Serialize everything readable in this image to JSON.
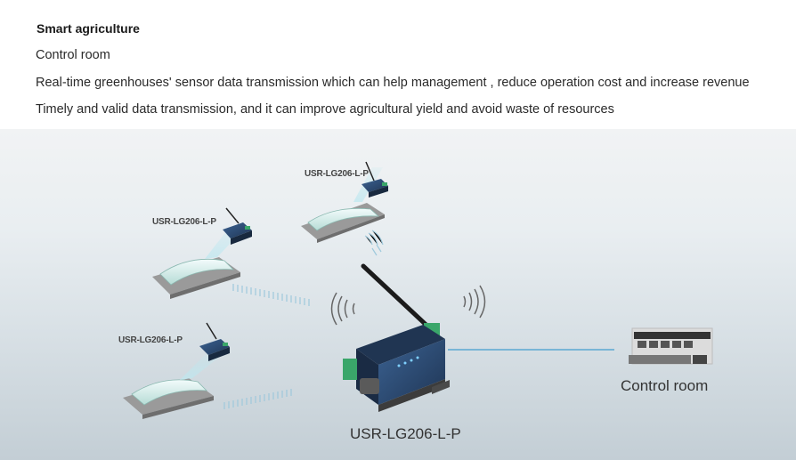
{
  "header": {
    "title": "Smart agriculture",
    "line1": "Control room",
    "line2": "Real-time greenhouses' sensor data transmission which can help management , reduce operation cost and increase revenue",
    "line3": "Timely and valid data transmission, and it can improve agricultural yield and avoid waste of resources"
  },
  "diagram": {
    "node_label_1": "USR-LG206-L-P",
    "node_label_2": "USR-LG206-L-P",
    "node_label_3": "USR-LG206-L-P",
    "main_device_label": "USR-LG206-L-P",
    "control_room_label": "Control room",
    "colors": {
      "device_blue": "#2f4f78",
      "terminal_green": "#3aa66a",
      "link_line": "#5aa7d2",
      "beam": "#bde8f0"
    }
  }
}
